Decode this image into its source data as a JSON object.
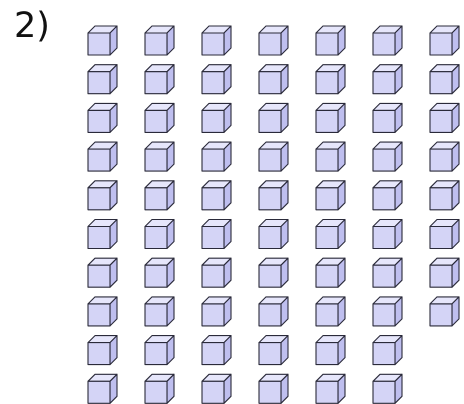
{
  "problem": {
    "label": "2)"
  },
  "model": {
    "columns": [
      {
        "cubes": 10
      },
      {
        "cubes": 10
      },
      {
        "cubes": 10
      },
      {
        "cubes": 10
      },
      {
        "cubes": 10
      },
      {
        "cubes": 10
      },
      {
        "cubes": 8
      }
    ]
  },
  "colors": {
    "front": "#d4d4f6",
    "top": "#e6e6fb",
    "side": "#bfbfef",
    "stroke": "#2a2a3a",
    "text": "#111111"
  }
}
